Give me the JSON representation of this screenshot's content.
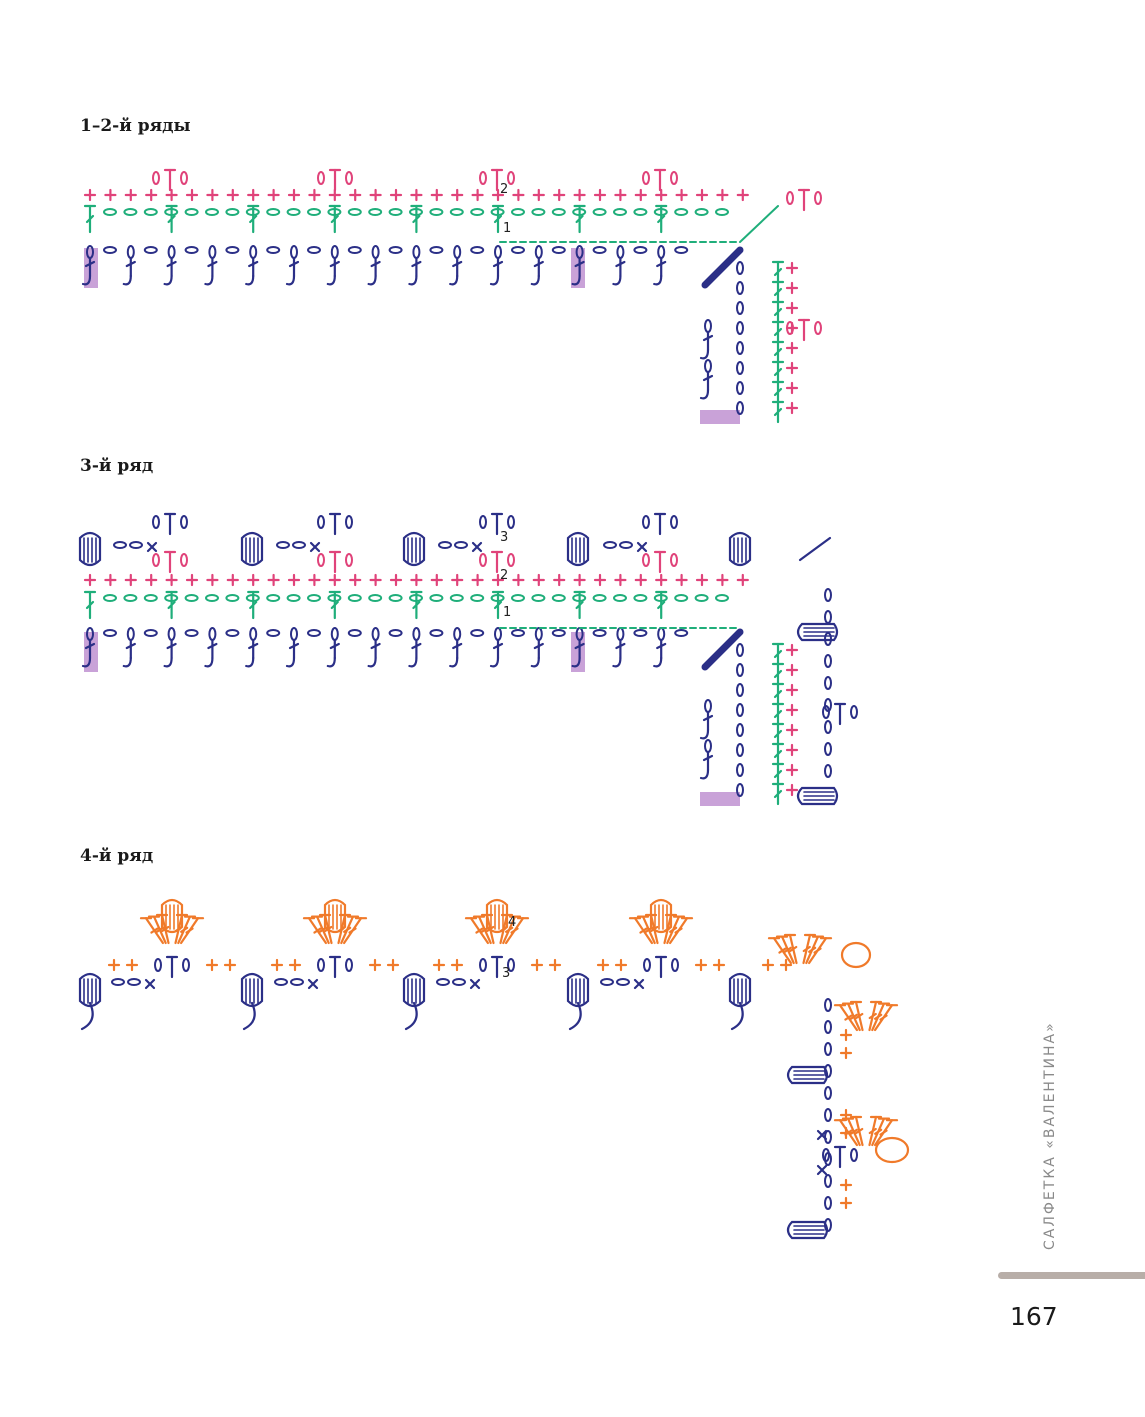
{
  "colors": {
    "pink": "#e0437a",
    "green": "#1fae7a",
    "navy": "#2b2f87",
    "orange": "#f07a2a",
    "purple": "#c9a2d8"
  },
  "sections": [
    {
      "heading": "1–2-й ряды",
      "row_labels": [
        "2",
        "1"
      ]
    },
    {
      "heading": "3-й ряд",
      "row_labels": [
        "3",
        "2",
        "1"
      ]
    },
    {
      "heading": "4-й ряд",
      "row_labels": [
        "4",
        "3"
      ]
    }
  ],
  "side_caption": "САЛФЕТКА «ВАЛЕНТИНА»",
  "page_number": "167"
}
